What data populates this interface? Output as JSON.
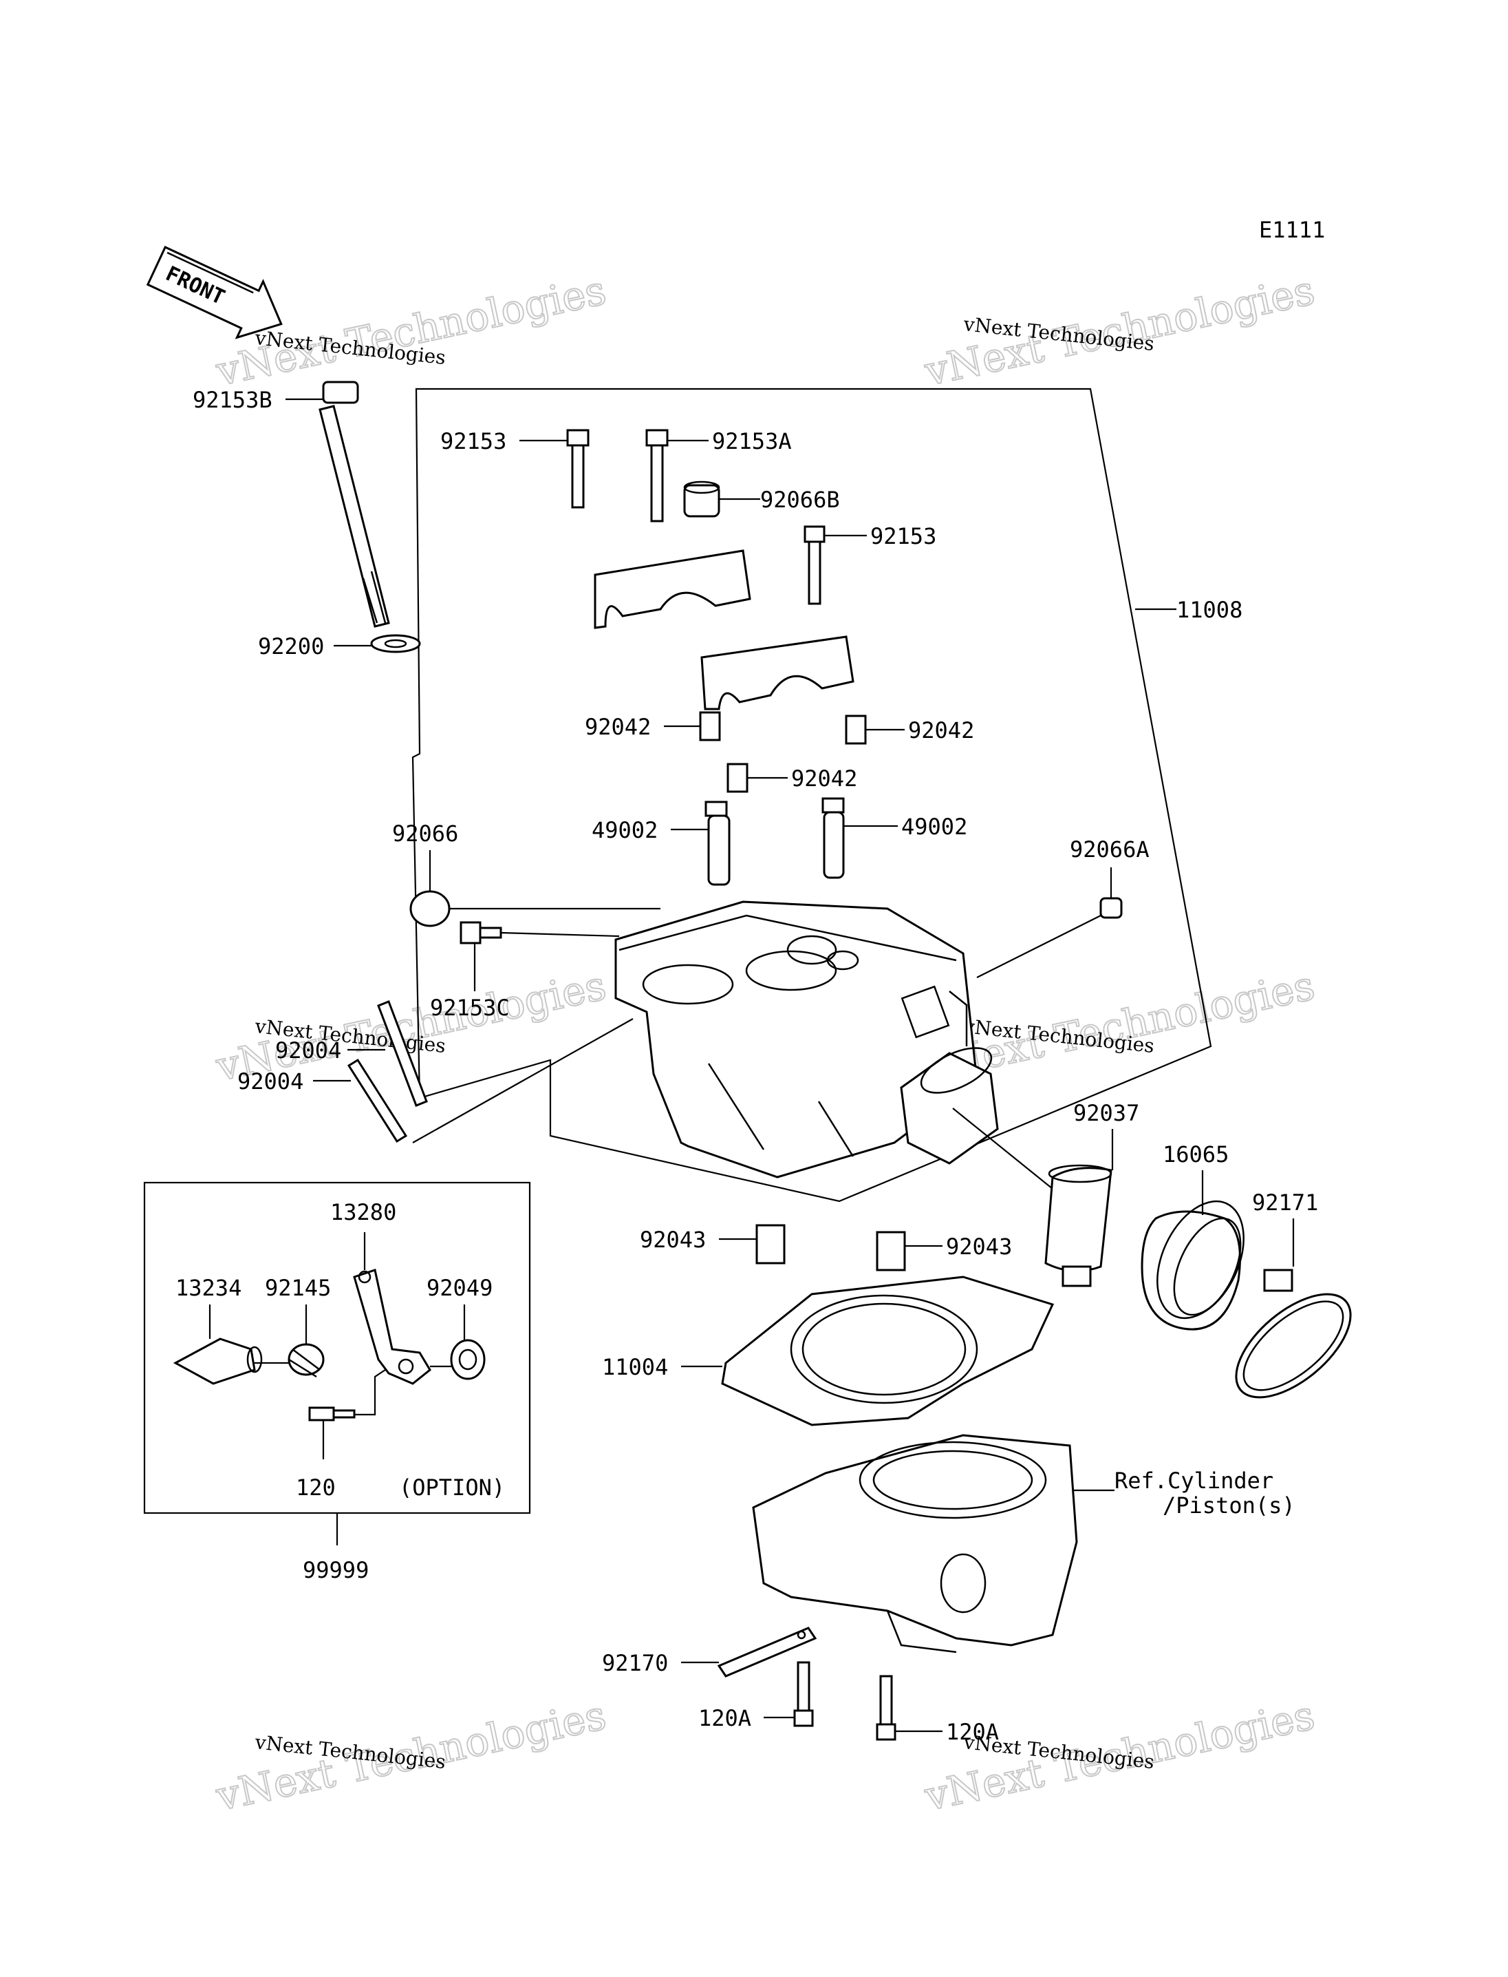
{
  "diagram_code": "E1111",
  "front_arrow_label": "FRONT",
  "watermarks": [
    {
      "line1": "vNext Technologies",
      "big": "vNext Technologies"
    },
    {
      "line1": "vNext Technologies",
      "big": "vNext Technologies"
    },
    {
      "line1": "vNext Technologies",
      "big": "vNext Technologies"
    },
    {
      "line1": "vNext Technologies",
      "big": "vNext Technologies"
    },
    {
      "line1": "vNext Technologies",
      "big": "vNext Technologies"
    },
    {
      "line1": "vNext Technologies",
      "big": "vNext Technologies"
    }
  ],
  "labels": {
    "p92153B": "92153B",
    "p92153_top": "92153",
    "p92153A": "92153A",
    "p92066B": "92066B",
    "p92153_right": "92153",
    "p11008": "11008",
    "p92200": "92200",
    "p92042_left": "92042",
    "p92042_right": "92042",
    "p92042_mid": "92042",
    "p49002_left": "49002",
    "p49002_right": "49002",
    "p92066": "92066",
    "p92066A": "92066A",
    "p92153C": "92153C",
    "p92004_a": "92004",
    "p92004_b": "92004",
    "p92037": "92037",
    "p16065": "16065",
    "p92171": "92171",
    "p13280": "13280",
    "p13234": "13234",
    "p92145": "92145",
    "p92049": "92049",
    "p120": "120",
    "option": "(OPTION)",
    "p99999": "99999",
    "p92043_left": "92043",
    "p92043_right": "92043",
    "p11004": "11004",
    "ref_cylinder_1": "Ref.Cylinder",
    "ref_cylinder_2": "/Piston(s)",
    "p92170": "92170",
    "p120A_left": "120A",
    "p120A_right": "120A"
  }
}
